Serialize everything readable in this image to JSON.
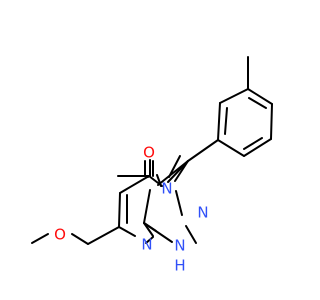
{
  "atoms": {
    "carbonyl_oxygen": "O",
    "ring_nitrogen_fused": "N",
    "ring_nitrogen_pyrimidine": "N",
    "triazole_nitrogen": "N",
    "triazole_nh": "N",
    "triazole_h": "H",
    "methoxy_oxygen": "O"
  },
  "colors": {
    "bond": "#000000",
    "oxygen": "#ff0d0d",
    "nitrogen": "#3050f8",
    "background": "#ffffff"
  }
}
